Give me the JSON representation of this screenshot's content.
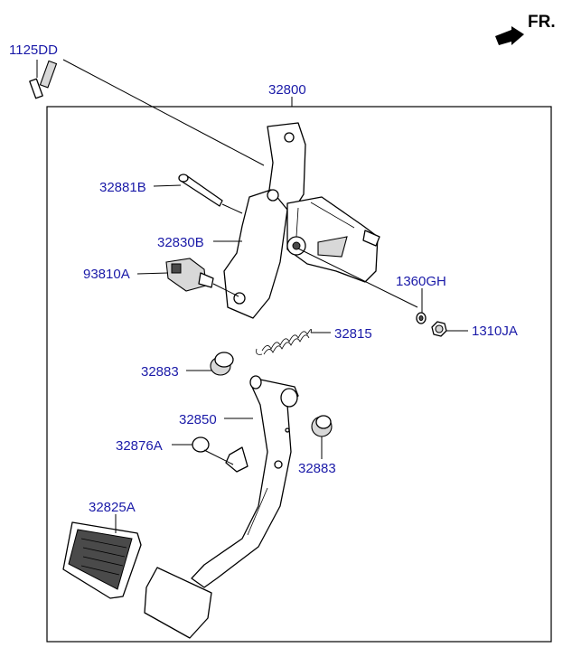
{
  "header": {
    "direction_label": "FR."
  },
  "parts": {
    "p1125DD": "1125DD",
    "p32800": "32800",
    "p32881B": "32881B",
    "p32830B": "32830B",
    "p93810A": "93810A",
    "p1360GH": "1360GH",
    "p1310JA": "1310JA",
    "p32815": "32815",
    "p32883_left": "32883",
    "p32850": "32850",
    "p32876A": "32876A",
    "p32883_right": "32883",
    "p32825A": "32825A"
  },
  "colors": {
    "label": "#1a1aa8",
    "line": "#000000"
  }
}
